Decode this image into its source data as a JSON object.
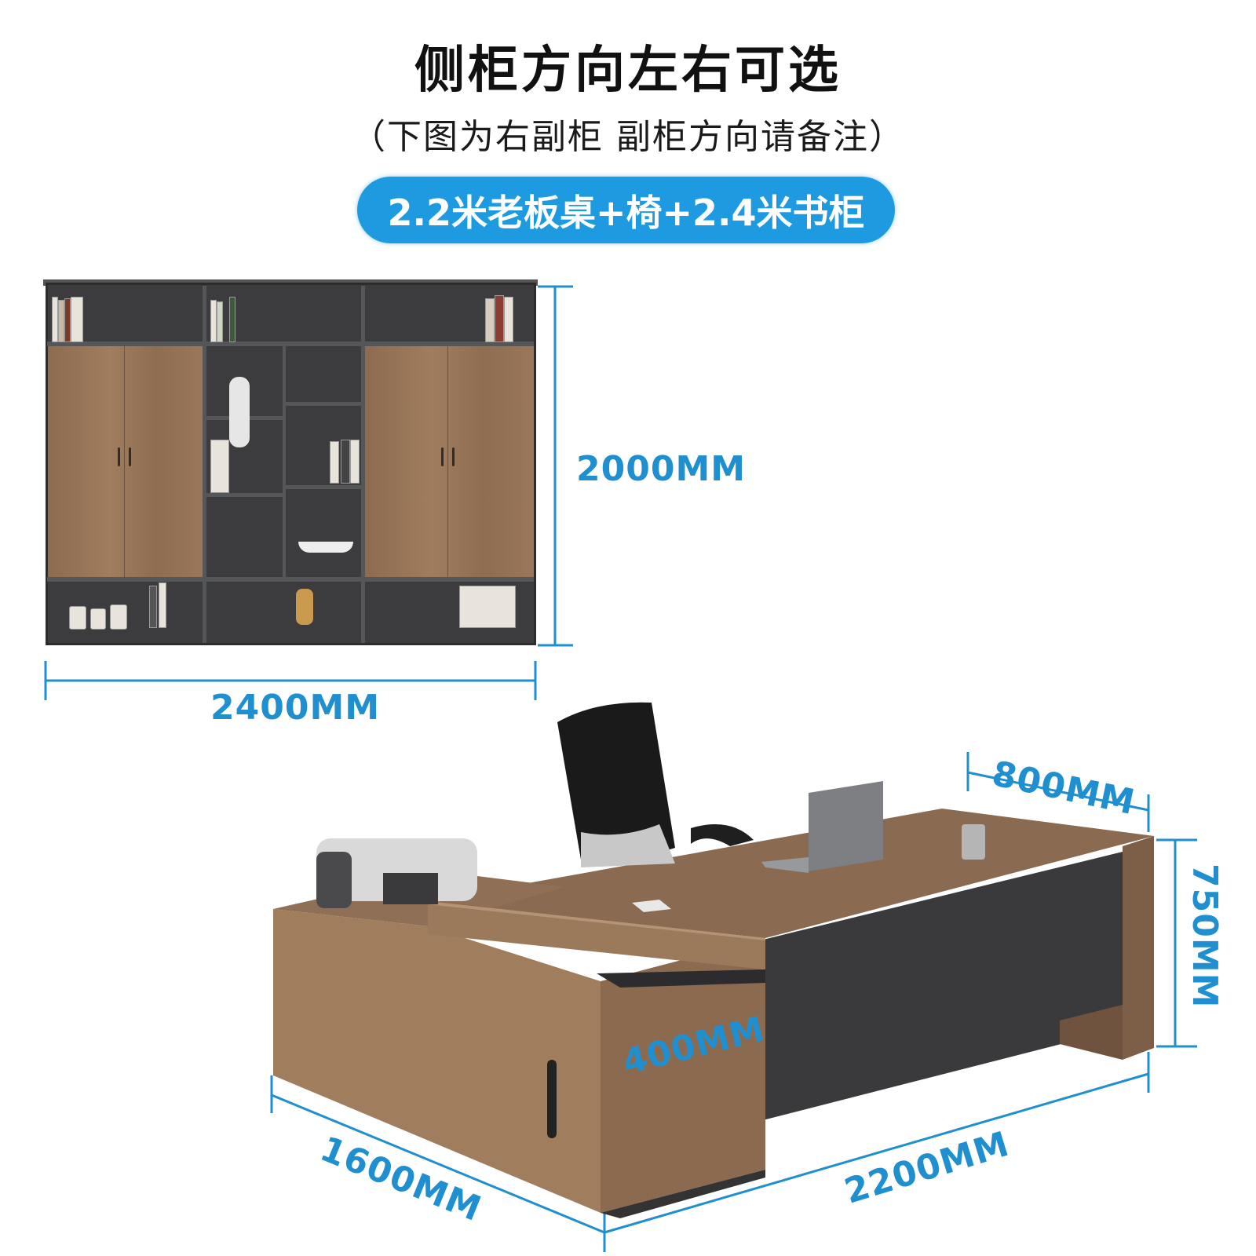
{
  "header": {
    "title": "侧柜方向左右可选",
    "subtitle": "（下图为右副柜 副柜方向请备注）",
    "badge": "2.2米老板桌+椅+2.4米书柜"
  },
  "bookcase": {
    "height_label": "2000MM",
    "width_label": "2400MM"
  },
  "desk": {
    "depth_label": "800MM",
    "height_label": "750MM",
    "side_cabinet_label": "400MM",
    "side_length_label": "1600MM",
    "length_label": "2200MM"
  },
  "colors": {
    "accent_blue": "#1e9be0",
    "dimension_blue": "#1f8fd0",
    "wood": "#8f6d51",
    "dark_panel": "#3c3c3e"
  }
}
